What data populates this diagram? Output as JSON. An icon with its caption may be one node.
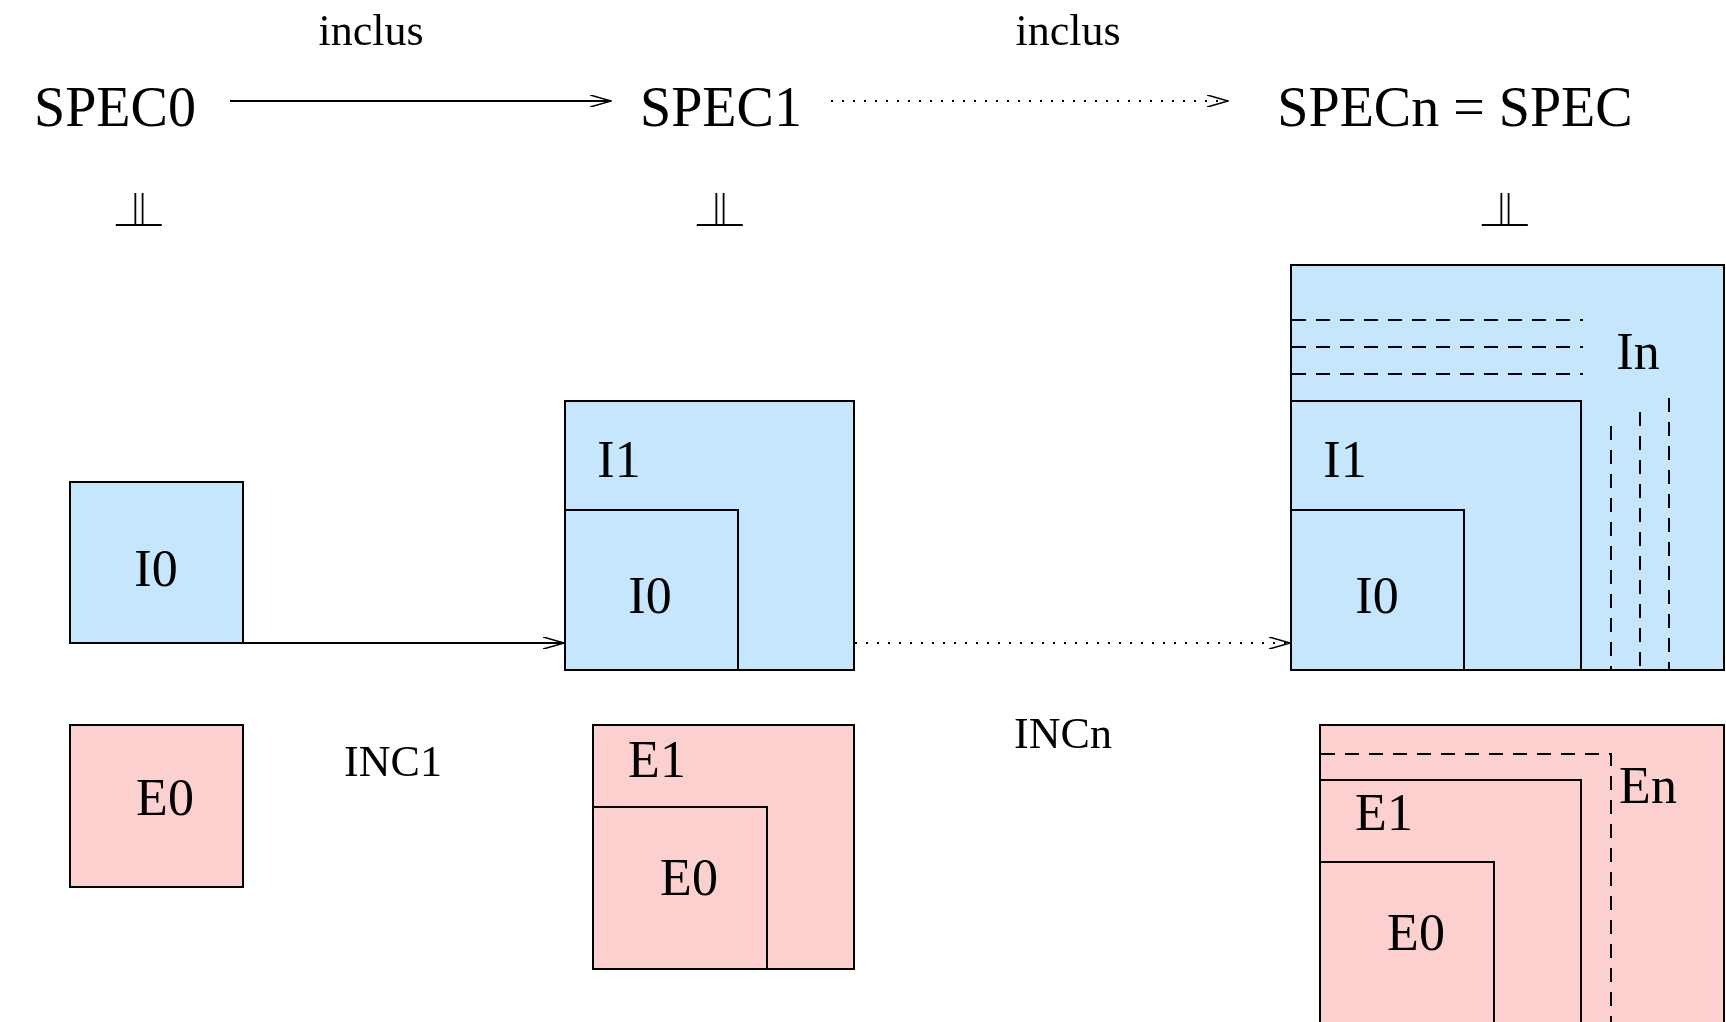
{
  "diagram": {
    "nodes": [
      {
        "text": [
          "SPEC0"
        ]
      },
      {
        "text": [
          "SPEC1"
        ]
      },
      {
        "text": [
          "SPECn = SPEC"
        ]
      },
      {
        "text": [
          "I0"
        ]
      },
      {
        "text": [
          "E0"
        ]
      },
      {
        "text": [
          "I1"
        ]
      },
      {
        "text": [
          "I0"
        ],
        "in": 5
      },
      {
        "text": [
          "E1"
        ]
      },
      {
        "text": [
          "E0"
        ],
        "in": 7
      },
      {
        "text": [
          "In"
        ]
      },
      {
        "text": [
          "I1"
        ],
        "in": 9
      },
      {
        "text": [
          "I0"
        ],
        "in": 10
      },
      {
        "text": [
          "En"
        ]
      },
      {
        "text": [
          "E1"
        ],
        "in": 12
      },
      {
        "text": [
          "E0"
        ],
        "in": 13
      }
    ],
    "edges": [
      {
        "from": 0,
        "to": 1,
        "arrow": "to",
        "label": "inclus"
      },
      {
        "from": 1,
        "to": 2,
        "arrow": "to",
        "label": "inclus",
        "style": "dashed"
      },
      {
        "from": 3,
        "to": 5,
        "arrow": "to",
        "label": "INC1"
      },
      {
        "from": 5,
        "to": 9,
        "arrow": "to",
        "label": "INCn",
        "style": "dashed"
      }
    ],
    "labels": [
      "||",
      "||",
      "||"
    ]
  }
}
